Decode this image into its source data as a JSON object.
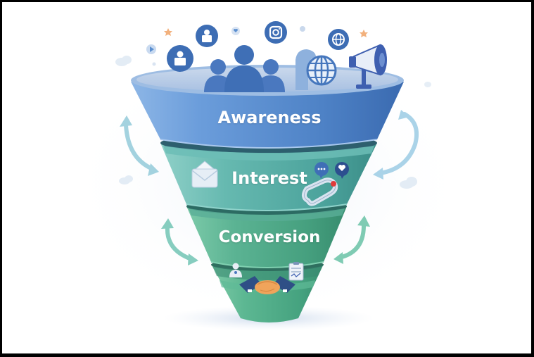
{
  "diagram": {
    "type": "marketing-funnel",
    "stages": [
      {
        "label": "Awareness",
        "color": "#5b8fd0",
        "icons": [
          "person-badge-icon",
          "person-badge-icon",
          "play-icon",
          "heart-bubble-icon",
          "instagram-icon",
          "globe-badge-icon",
          "star-icon",
          "star-icon",
          "people-group-icon",
          "globe-icon",
          "megaphone-icon",
          "speech-bubble-icon"
        ]
      },
      {
        "label": "Interest",
        "color": "#5fb3a8",
        "icons": [
          "envelope-icon",
          "chat-bubble-icon",
          "heart-bubble-icon",
          "paperclip-icon"
        ]
      },
      {
        "label": "Conversion",
        "color": "#4fa98a",
        "icons": []
      },
      {
        "label": "",
        "color": "#4da585",
        "icons": [
          "person-icon",
          "clipboard-icon",
          "handshake-icon"
        ]
      }
    ],
    "side_arrows": [
      {
        "side": "left",
        "between": [
          "Awareness",
          "Interest"
        ],
        "color": "#9dcfe0"
      },
      {
        "side": "right",
        "between": [
          "Awareness",
          "Interest"
        ],
        "color": "#a7d3e8"
      },
      {
        "side": "left",
        "between": [
          "Conversion",
          "bottom"
        ],
        "color": "#7fcbbb"
      },
      {
        "side": "right",
        "between": [
          "Interest",
          "Conversion"
        ],
        "color": "#7fcbb3"
      }
    ],
    "colors": {
      "awareness_blue": "#5b8fd0",
      "awareness_dark": "#3f6fb1",
      "interest_teal": "#5fb3a8",
      "conversion_green": "#4fa98a",
      "icon_blue": "#3e6db3",
      "handshake_orange": "#f0a45b",
      "accent_red": "#e03a3a",
      "star_orange": "#f3b27a",
      "background": "#ffffff",
      "border": "#000000"
    }
  }
}
